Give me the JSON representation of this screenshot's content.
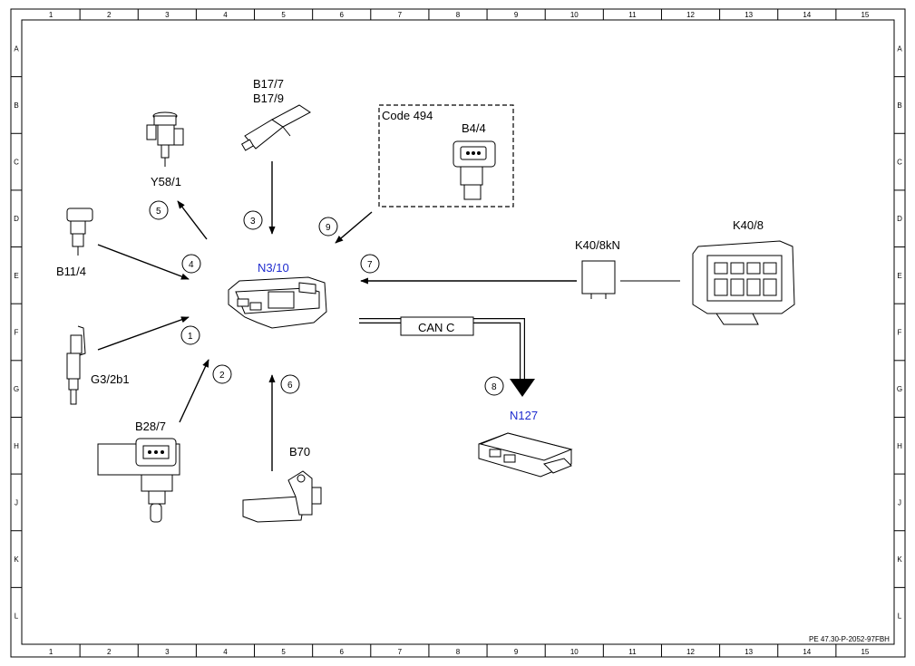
{
  "grid": {
    "columns": [
      "1",
      "2",
      "3",
      "4",
      "5",
      "6",
      "7",
      "8",
      "9",
      "10",
      "11",
      "12",
      "13",
      "14",
      "15"
    ],
    "rows": [
      "A",
      "B",
      "C",
      "D",
      "E",
      "F",
      "G",
      "H",
      "J",
      "K",
      "L"
    ]
  },
  "labels": {
    "b17": "B17/7",
    "b17b": "B17/9",
    "y58": "Y58/1",
    "code494": "Code 494",
    "b44": "B4/4",
    "k408": "K40/8",
    "k408kn": "K40/8kN",
    "b114": "B11/4",
    "n310": "N3/10",
    "g32b1": "G3/2b1",
    "b287": "B28/7",
    "b70": "B70",
    "canc": "CAN C",
    "n127": "N127"
  },
  "signals": [
    "1",
    "2",
    "3",
    "4",
    "5",
    "6",
    "7",
    "8",
    "9"
  ],
  "reference": "PE 47.30-P-2052-97FBH",
  "colors": {
    "ecu_label": "#1f2ccf",
    "line": "#000000"
  }
}
